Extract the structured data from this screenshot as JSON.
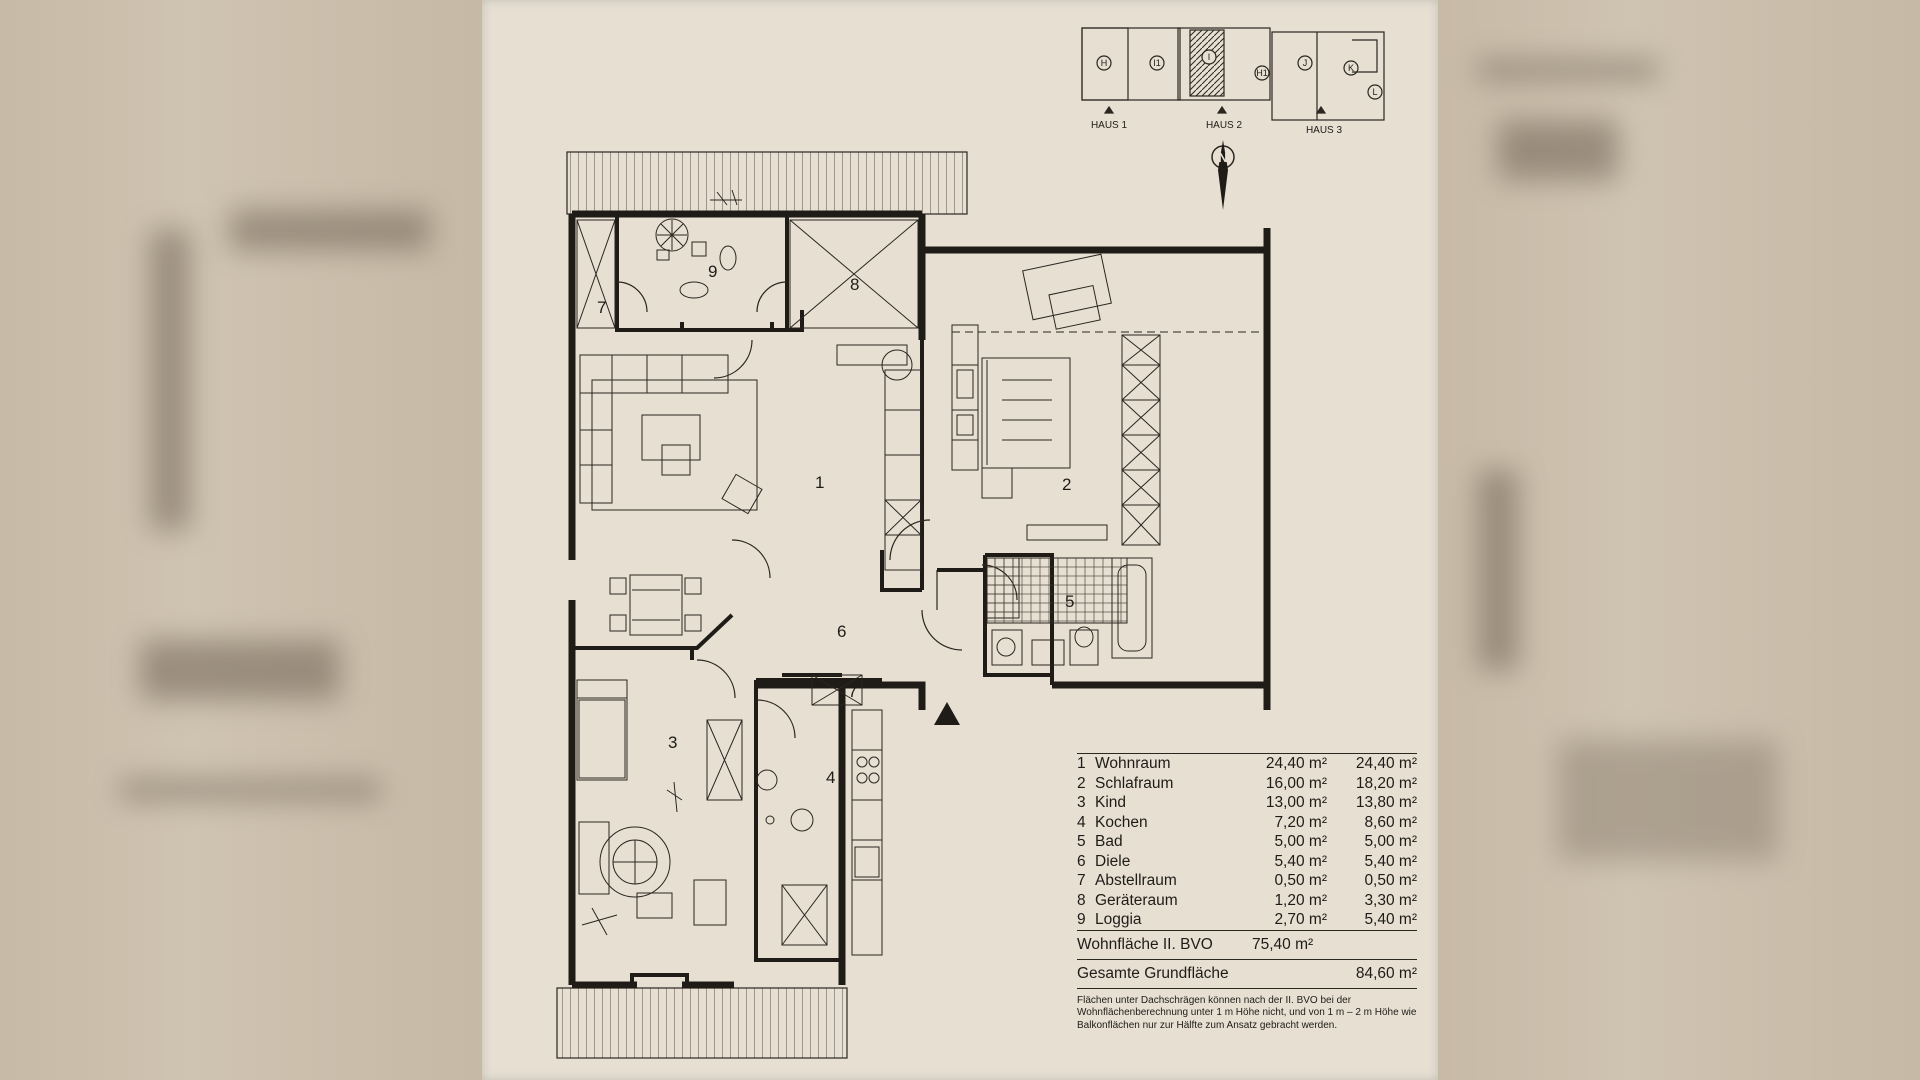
{
  "plan": {
    "rooms": [
      {
        "num": "1",
        "name": "Wohnraum",
        "area_wohn": "24,40 m²",
        "area_grund": "24,40 m²"
      },
      {
        "num": "2",
        "name": "Schlafraum",
        "area_wohn": "16,00 m²",
        "area_grund": "18,20 m²"
      },
      {
        "num": "3",
        "name": "Kind",
        "area_wohn": "13,00 m²",
        "area_grund": "13,80 m²"
      },
      {
        "num": "4",
        "name": "Kochen",
        "area_wohn": "7,20 m²",
        "area_grund": "8,60 m²"
      },
      {
        "num": "5",
        "name": "Bad",
        "area_wohn": "5,00 m²",
        "area_grund": "5,00 m²"
      },
      {
        "num": "6",
        "name": "Diele",
        "area_wohn": "5,40 m²",
        "area_grund": "5,40 m²"
      },
      {
        "num": "7",
        "name": "Abstellraum",
        "area_wohn": "0,50 m²",
        "area_grund": "0,50 m²"
      },
      {
        "num": "8",
        "name": "Geräteraum",
        "area_wohn": "1,20 m²",
        "area_grund": "3,30 m²"
      },
      {
        "num": "9",
        "name": "Loggia",
        "area_wohn": "2,70 m²",
        "area_grund": "5,40 m²"
      }
    ],
    "wohnflaeche_label": "Wohnfläche II. BVO",
    "wohnflaeche_value": "75,40 m²",
    "grundflaeche_label": "Gesamte Grundfläche",
    "grundflaeche_value": "84,60 m²",
    "note": "Flächen unter Dachschrägen können nach der II. BVO bei der Wohnflächenberechnung unter 1 m Höhe nicht, und von 1 m – 2 m Höhe wie Balkonflächen nur zur Hälfte zum Ansatz gebracht werden."
  },
  "key_plan": {
    "houses": [
      "HAUS 1",
      "HAUS 2",
      "HAUS 3"
    ],
    "units": [
      "H",
      "I1",
      "I",
      "H1",
      "J",
      "K",
      "L"
    ]
  },
  "compass": "N"
}
